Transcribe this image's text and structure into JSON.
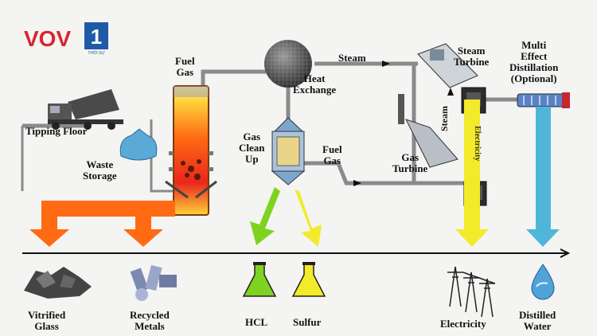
{
  "logo": {
    "brand_text": "VOV",
    "channel_digit": "1",
    "sub_text": "THỜI SỰ"
  },
  "labels": {
    "fuel_gas_top": "Fuel\nGas",
    "tipping_floor": "Tipping Floor",
    "waste_storage": "Waste\nStorage",
    "heat_exchange": "Heat\nExchange",
    "steam_top": "Steam",
    "steam_turbine": "Steam\nTurbine",
    "multi_effect": "Multi\nEffect\nDistillation\n(Optional)",
    "gas_clean_up": "Gas\nClean\nUp",
    "fuel_gas_mid": "Fuel\nGas",
    "steam_vertical": "Steam",
    "electricity_vertical": "Electricity",
    "gas_turbine": "Gas\nTurbine"
  },
  "outputs": {
    "vitrified_glass": "Vitrified\nGlass",
    "recycled_metals": "Recycled\nMetals",
    "hcl": "HCL",
    "sulfur": "Sulfur",
    "electricity": "Electricity",
    "distilled_water": "Distilled\nWater"
  },
  "colors": {
    "background": "#f4f4f2",
    "pipe": "#8a8a8a",
    "arrow_orange": "#ff6a13",
    "arrow_green": "#7ed321",
    "arrow_yellow": "#f3ea2a",
    "arrow_blue": "#4fb6d9",
    "logo_red": "#d7262e",
    "logo_blue": "#1f5aa8"
  }
}
